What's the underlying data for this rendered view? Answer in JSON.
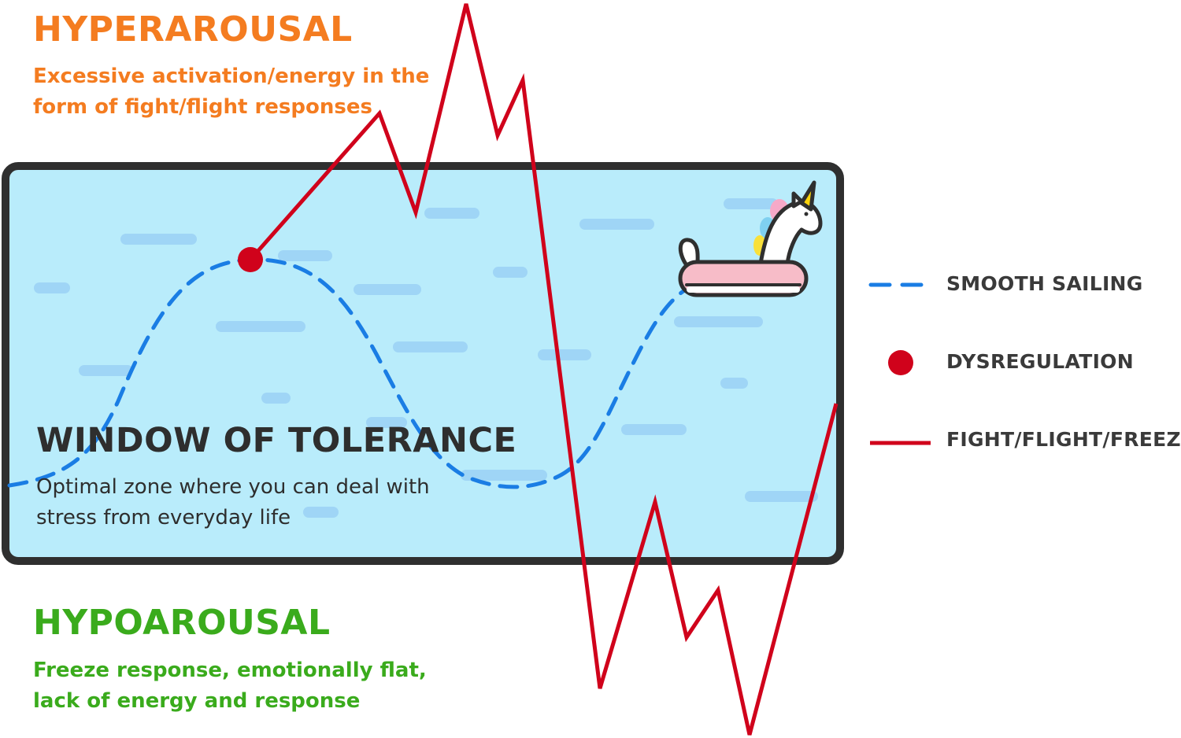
{
  "hyperarousal": {
    "title": "HYPERAROUSAL",
    "description": "Excessive activation/energy in the form of fight/flight responses"
  },
  "window_of_tolerance": {
    "title": "WINDOW OF TOLERANCE",
    "description": "Optimal zone where you can deal with stress from everyday life"
  },
  "hypoarousal": {
    "title": "HYPOAROUSAL",
    "description": "Freeze response, emotionally flat, lack of energy and response"
  },
  "legend": {
    "smooth_sailing": "SMOOTH SAILING",
    "dysregulation": "DYSREGULATION",
    "fight_flight_freeze": "FIGHT/FLIGHT/FREEZE"
  },
  "icons": {
    "float": "unicorn-float-icon"
  },
  "colors": {
    "hyperarousal": "#f47c20",
    "hypoarousal": "#3aab1c",
    "window_fill": "#b9ecfb",
    "window_border": "#2f2f2f",
    "water_dash": "#9fd5f6",
    "smooth_sailing": "#1a7de4",
    "dysregulation": "#d0021b",
    "text": "#2e2e2e"
  }
}
